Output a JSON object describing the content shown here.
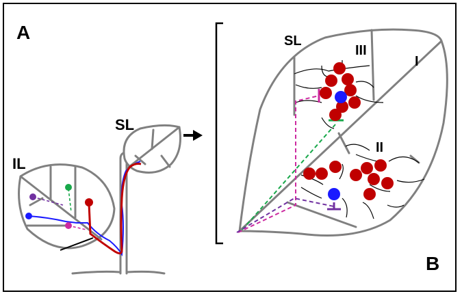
{
  "panels": {
    "a_label": "A",
    "b_label": "B"
  },
  "leaves": {
    "il_label": "IL",
    "sl_label_a": "SL",
    "sl_label_b": "SL"
  },
  "sectors": {
    "i": "I",
    "ii": "II",
    "iii": "III"
  },
  "colors": {
    "path_red": "#c00000",
    "path_blue": "#1a1aff",
    "dash_green": "#18a84a",
    "dash_magenta": "#cc2aa0",
    "dash_purple": "#7030a0",
    "cell_red": "#c00000",
    "cell_blue": "#1a1aff",
    "outline_gray": "#808080"
  },
  "icons": {
    "arrow": "right-arrow-icon",
    "bracket": "left-bracket-icon"
  }
}
